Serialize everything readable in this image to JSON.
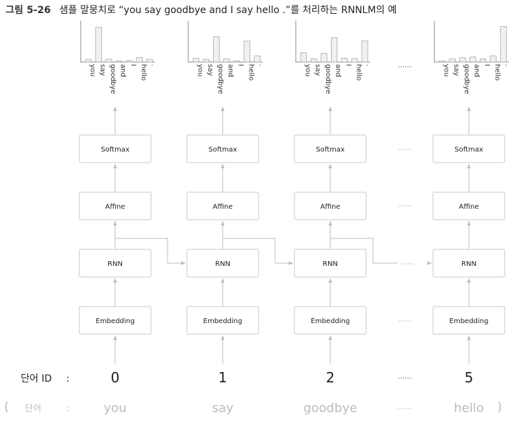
{
  "figure": {
    "number": "그림 5-26",
    "caption": "샘플 말뭉치로 “you say goodbye and I say hello .”를 처리하는 RNNLM의 예"
  },
  "layers": {
    "softmax": "Softmax",
    "affine": "Affine",
    "rnn": "RNN",
    "embedding": "Embedding"
  },
  "ellipsis": "⋯⋯",
  "input_row": {
    "label": "단어 ID",
    "colon": ":",
    "ids": [
      "0",
      "1",
      "2",
      "5"
    ]
  },
  "word_row": {
    "open_paren": "(",
    "label": "단어",
    "colon": ":",
    "words": [
      "you",
      "say",
      "goodbye",
      "hello"
    ],
    "close_paren": ")"
  },
  "chart_data": [
    {
      "type": "bar",
      "categories": [
        "you",
        "say",
        "goodbye",
        "and",
        "I",
        "hello",
        "."
      ],
      "values": [
        0.06,
        0.9,
        0.07,
        0.03,
        0.04,
        0.12,
        0.07
      ],
      "ylim": [
        0,
        1
      ],
      "grid": false
    },
    {
      "type": "bar",
      "categories": [
        "you",
        "say",
        "goodbye",
        "and",
        "I",
        "hello",
        "."
      ],
      "values": [
        0.1,
        0.07,
        0.66,
        0.08,
        0.03,
        0.54,
        0.16
      ],
      "ylim": [
        0,
        1
      ],
      "grid": false
    },
    {
      "type": "bar",
      "categories": [
        "you",
        "say",
        "goodbye",
        "and",
        "I",
        "hello",
        "."
      ],
      "values": [
        0.24,
        0.08,
        0.22,
        0.63,
        0.1,
        0.09,
        0.55
      ],
      "ylim": [
        0,
        1
      ],
      "grid": false
    },
    {
      "type": "bar",
      "categories": [
        "you",
        "say",
        "goodbye",
        "and",
        "I",
        "hello",
        "."
      ],
      "values": [
        0.03,
        0.08,
        0.11,
        0.13,
        0.08,
        0.16,
        0.92
      ],
      "ylim": [
        0,
        1
      ],
      "grid": false
    }
  ]
}
